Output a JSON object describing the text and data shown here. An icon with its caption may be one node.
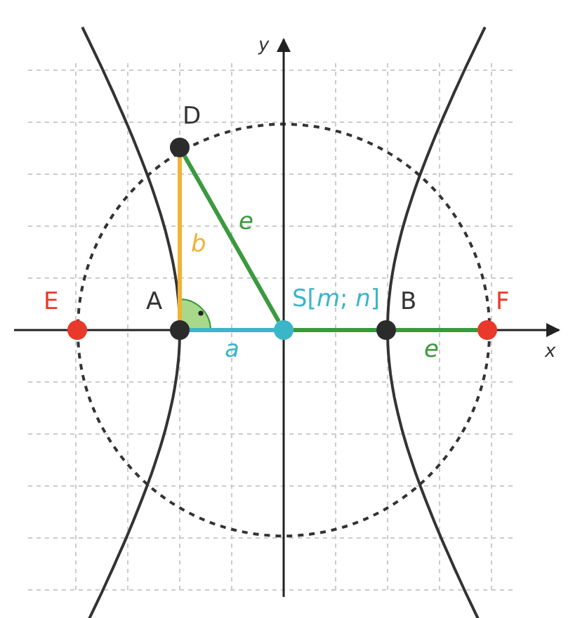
{
  "diagram": {
    "nodes": [
      {
        "text": [
          "D"
        ]
      },
      {
        "text": [
          "E"
        ]
      },
      {
        "text": [
          "A"
        ]
      },
      {
        "text": [
          "S[*m*; *n*]"
        ]
      },
      {
        "text": [
          "B"
        ]
      },
      {
        "text": [
          "F"
        ]
      }
    ],
    "edges": [
      {
        "from": 0,
        "to": 2,
        "arrow": "none",
        "label": "b",
        "color": "#f2b233"
      },
      {
        "from": 0,
        "to": 3,
        "arrow": "none",
        "label": "e",
        "color": "#3a9a3e"
      },
      {
        "from": 2,
        "to": 3,
        "arrow": "none",
        "label": "a",
        "color": "#3bb5c9"
      },
      {
        "from": 3,
        "to": 4,
        "arrow": "none",
        "color": "#3a9a3e"
      },
      {
        "from": 4,
        "to": 5,
        "arrow": "none",
        "label": "e",
        "color": "#3a9a3e"
      }
    ],
    "labels": [
      "y",
      "x"
    ]
  }
}
